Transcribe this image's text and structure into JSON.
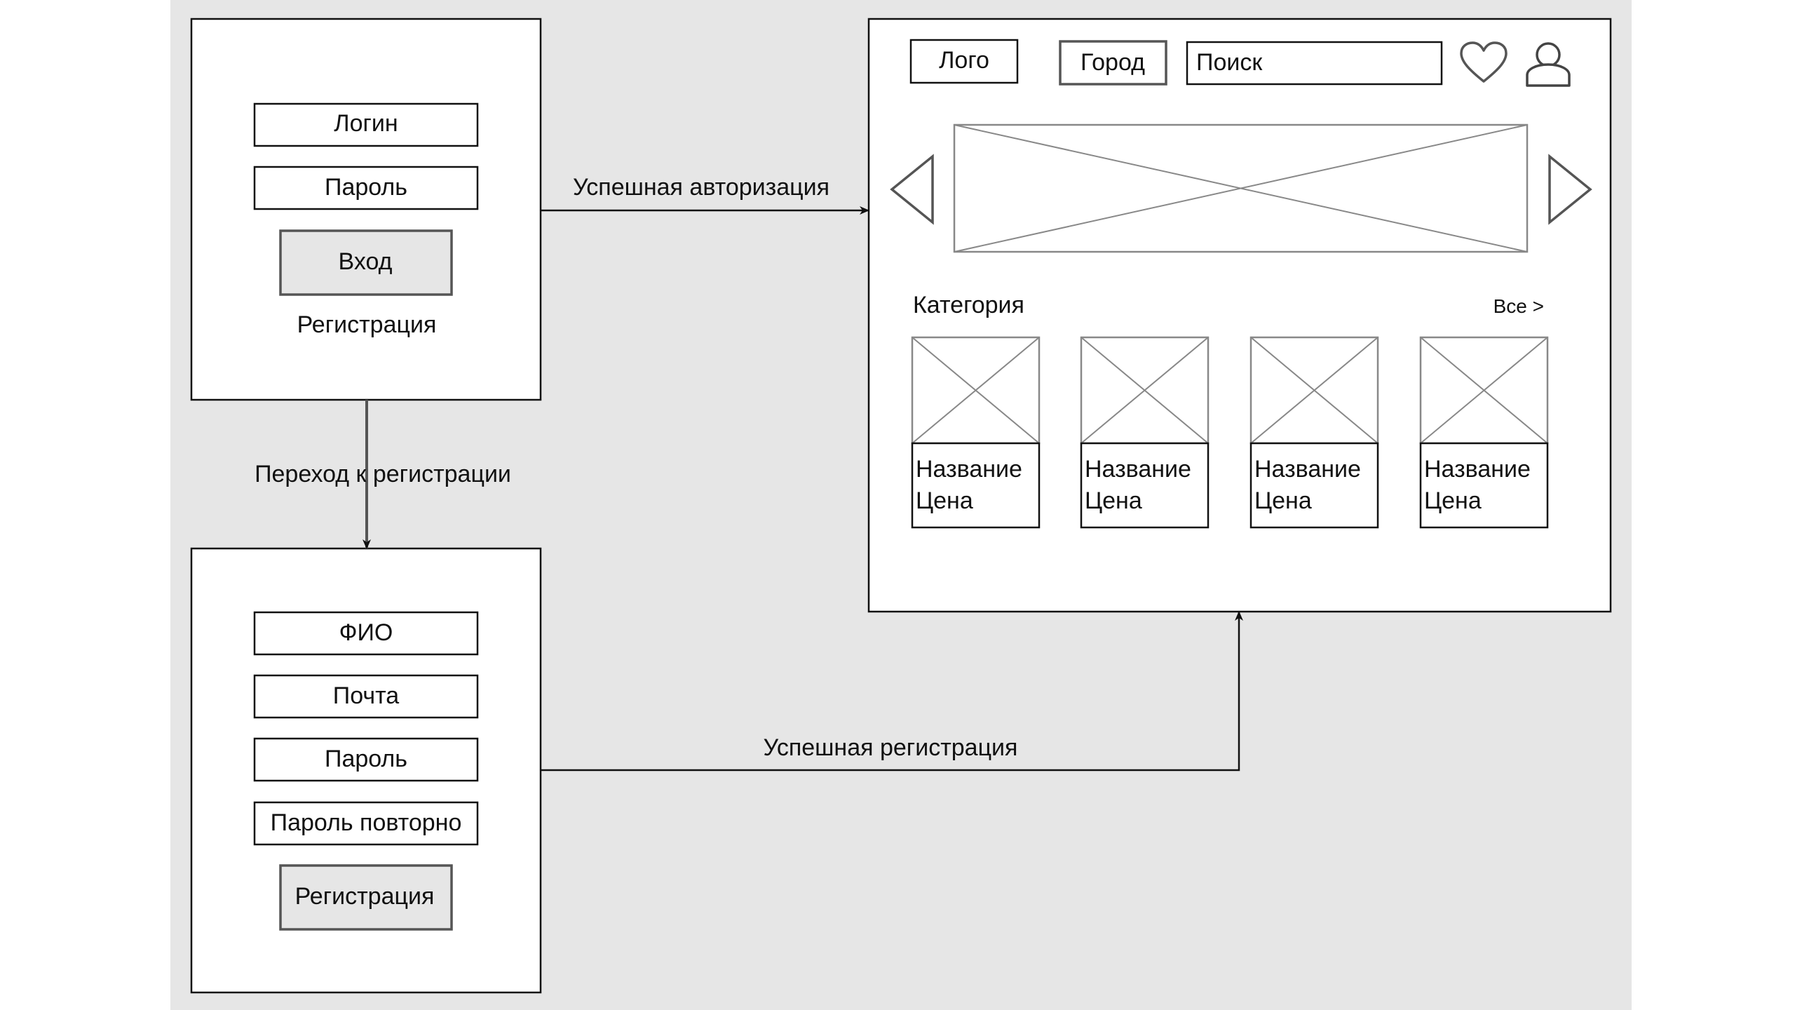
{
  "login_screen": {
    "login_field": "Логин",
    "password_field": "Пароль",
    "enter_button": "Вход",
    "register_link": "Регистрация"
  },
  "register_screen": {
    "fio_field": "ФИО",
    "email_field": "Почта",
    "password_field": "Пароль",
    "password_repeat_field": "Пароль повторно",
    "register_button": "Регистрация"
  },
  "main_screen": {
    "header": {
      "logo": "Лого",
      "city_button": "Город",
      "search_placeholder": "Поиск",
      "favorites_icon": "heart-icon",
      "profile_icon": "user-icon"
    },
    "carousel": {
      "prev_icon": "triangle-left-icon",
      "next_icon": "triangle-right-icon"
    },
    "category": {
      "title": "Категория",
      "all_link": "Все >"
    },
    "products": [
      {
        "name": "Название",
        "price": "Цена"
      },
      {
        "name": "Название",
        "price": "Цена"
      },
      {
        "name": "Название",
        "price": "Цена"
      },
      {
        "name": "Название",
        "price": "Цена"
      }
    ]
  },
  "transitions": {
    "login_success": "Успешная авторизация",
    "to_registration": "Переход к регистрации",
    "register_success": "Успешная регистрация"
  },
  "colors": {
    "canvas": "#e6e6e6",
    "screen_fill": "#ffffff",
    "button_fill": "#e6e6e6",
    "stroke": "#111111",
    "placeholder_cross": "#888888"
  }
}
